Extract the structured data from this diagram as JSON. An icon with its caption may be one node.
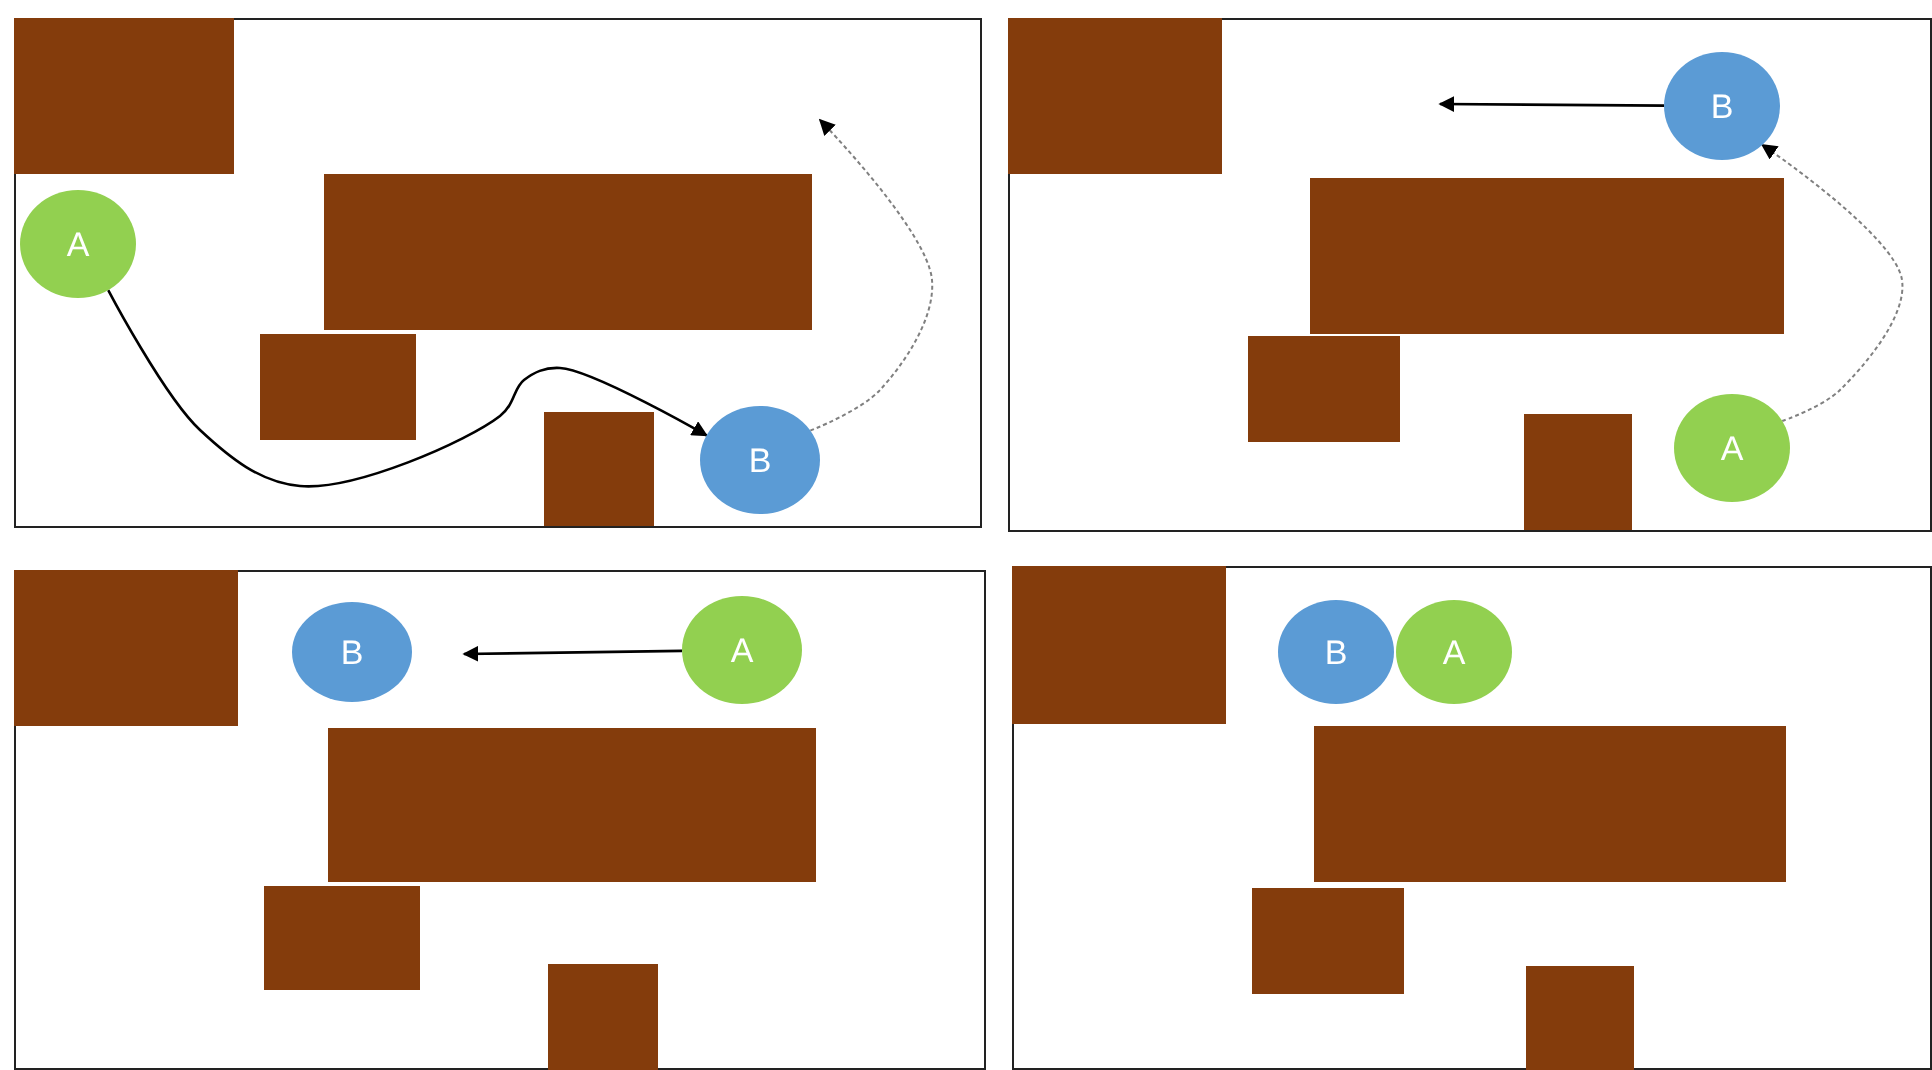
{
  "diagram": {
    "nodes": [
      {
        "text": [],
        "shape": "box"
      },
      {
        "text": [
          "A"
        ],
        "in": 0
      },
      {
        "text": [
          "B"
        ],
        "in": 0
      },
      {
        "text": [],
        "shape": "box"
      },
      {
        "text": [
          "B"
        ],
        "in": 3
      },
      {
        "text": [
          "A"
        ],
        "in": 3
      },
      {
        "text": [],
        "shape": "box"
      },
      {
        "text": [
          "B"
        ],
        "in": 6
      },
      {
        "text": [
          "A"
        ],
        "in": 6
      },
      {
        "text": [],
        "shape": "box"
      },
      {
        "text": [
          "B"
        ],
        "in": 9
      },
      {
        "text": [
          "A"
        ],
        "in": 9
      }
    ],
    "edges": [
      {
        "from": 1,
        "to": 2,
        "arrow": "to"
      },
      {
        "from": 2,
        "to": null,
        "arrow": "to",
        "style": "dashed",
        "color": "#808080"
      },
      {
        "from": 4,
        "to": null,
        "arrow": "to"
      },
      {
        "from": 5,
        "to": 4,
        "arrow": "to",
        "style": "dashed",
        "color": "#808080"
      },
      {
        "from": 8,
        "to": null,
        "arrow": "to"
      }
    ]
  }
}
